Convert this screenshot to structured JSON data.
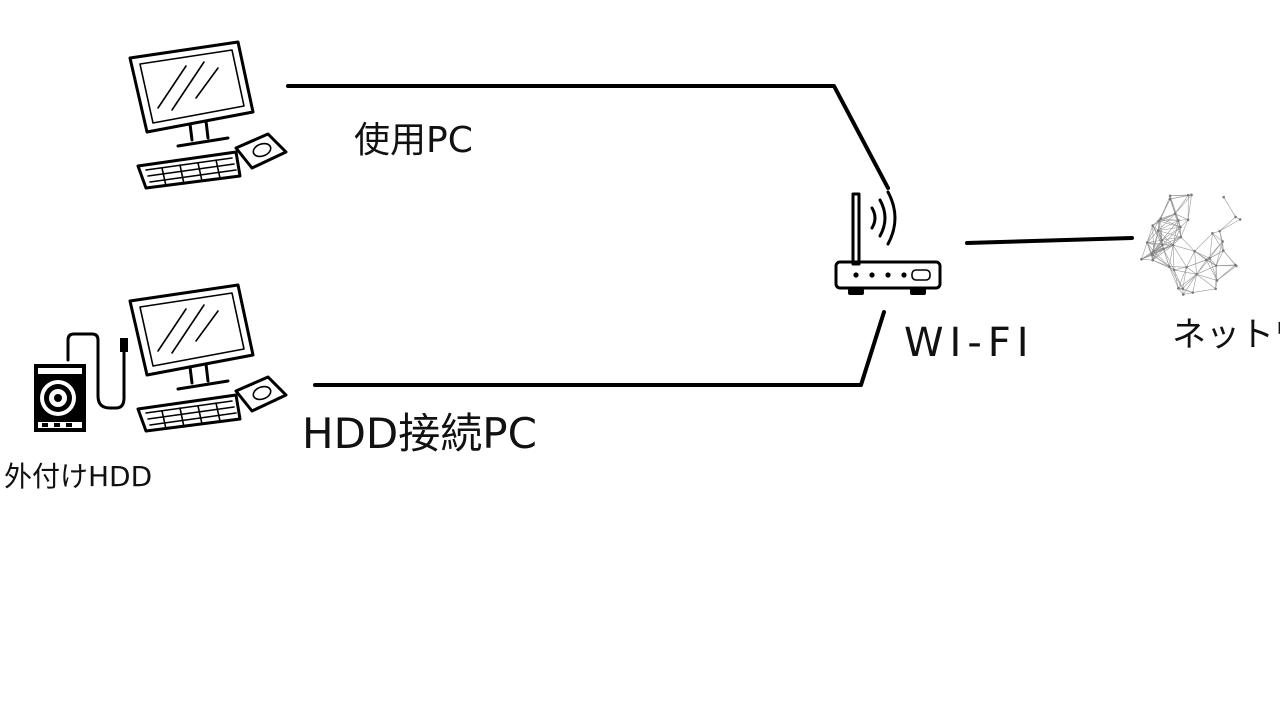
{
  "labels": {
    "pc_main": "使用PC",
    "pc_hdd": "HDD接続PC",
    "router": "WI-FI",
    "external_hdd": "外付けHDD",
    "network": "ネットワーク"
  },
  "colors": {
    "line": "#000000",
    "text": "#111111",
    "network_mesh": "#9a9a9a"
  },
  "icons": {
    "pc_main": "desktop-computer-icon",
    "pc_hdd": "desktop-computer-icon",
    "router": "wifi-router-icon",
    "external_hdd": "external-hdd-icon",
    "network": "network-globe-icon"
  }
}
